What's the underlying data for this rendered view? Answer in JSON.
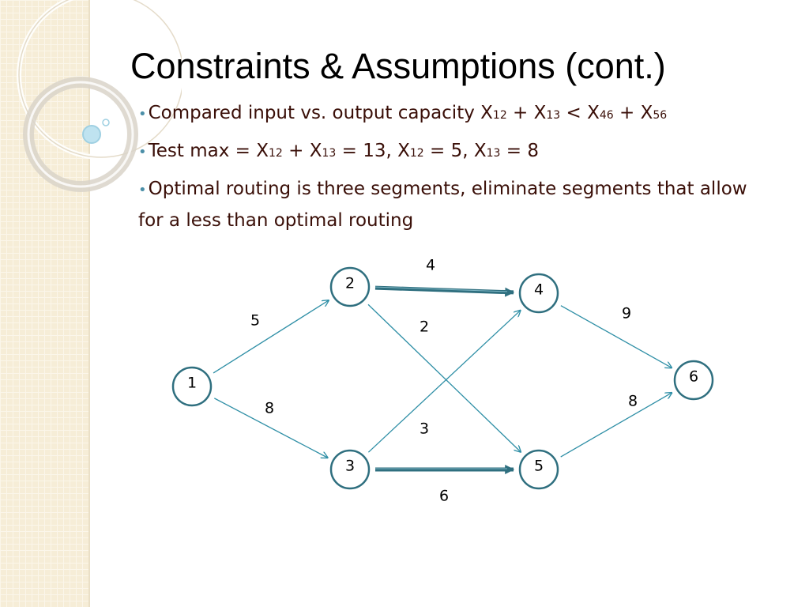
{
  "slide": {
    "title": "Constraints & Assumptions (cont.)",
    "bullet_marker": "•",
    "colors": {
      "accent": "#2f7f96",
      "panel": "#f6edd7",
      "bullet_text": "#3a0f08",
      "heavy_edge": "#2f6f7f"
    }
  },
  "bullets": [
    {
      "parts": [
        {
          "t": "Compared input vs. output capacity X"
        },
        {
          "t": "12",
          "sub": true
        },
        {
          "t": " + X"
        },
        {
          "t": "13",
          "sub": true
        },
        {
          "t": " < X"
        },
        {
          "t": "46",
          "sub": true
        },
        {
          "t": " + X"
        },
        {
          "t": "56",
          "sub": true
        }
      ]
    },
    {
      "parts": [
        {
          "t": "Test max = X"
        },
        {
          "t": "12",
          "sub": true
        },
        {
          "t": " + X"
        },
        {
          "t": "13",
          "sub": true
        },
        {
          "t": " = 13,  X"
        },
        {
          "t": "12",
          "sub": true
        },
        {
          "t": " = 5, X"
        },
        {
          "t": "13",
          "sub": true
        },
        {
          "t": " = 8"
        }
      ]
    },
    {
      "parts": [
        {
          "t": "Optimal routing is three segments, eliminate segments that allow for a less than optimal routing"
        }
      ]
    }
  ],
  "network": {
    "nodes": [
      {
        "id": "1",
        "label": "1"
      },
      {
        "id": "2",
        "label": "2"
      },
      {
        "id": "3",
        "label": "3"
      },
      {
        "id": "4",
        "label": "4"
      },
      {
        "id": "5",
        "label": "5"
      },
      {
        "id": "6",
        "label": "6"
      }
    ],
    "edges": [
      {
        "from": "1",
        "to": "2",
        "capacity": "5",
        "style": "thin"
      },
      {
        "from": "1",
        "to": "3",
        "capacity": "8",
        "style": "thin"
      },
      {
        "from": "2",
        "to": "4",
        "capacity": "4",
        "style": "heavy"
      },
      {
        "from": "2",
        "to": "5",
        "capacity": "2",
        "style": "thin"
      },
      {
        "from": "3",
        "to": "4",
        "capacity": "3",
        "style": "thin"
      },
      {
        "from": "3",
        "to": "5",
        "capacity": "6",
        "style": "heavy"
      },
      {
        "from": "4",
        "to": "6",
        "capacity": "9",
        "style": "thin"
      },
      {
        "from": "5",
        "to": "6",
        "capacity": "8",
        "style": "thin"
      }
    ]
  }
}
